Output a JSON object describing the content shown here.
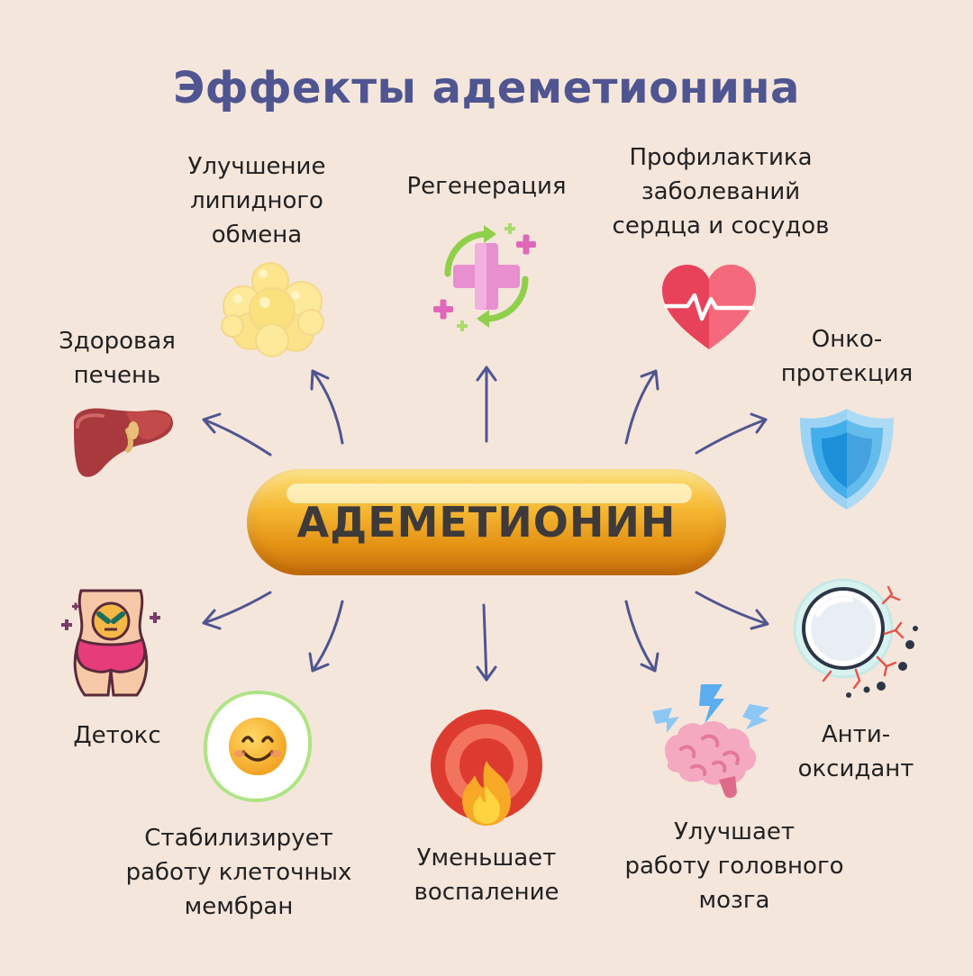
{
  "title": "Эффекты адеметионина",
  "center": {
    "label": "АДЕМЕТИОНИН"
  },
  "effects": {
    "lipid": "Улучшение\nлипидного\nобмена",
    "regeneration": "Регенерация",
    "heart": "Профилактика\nзаболеваний\nсердца и сосудов",
    "liver": "Здоровая\nпечень",
    "onco": "Онко-\nпротекция",
    "detox": "Детокс",
    "antioxidant": "Анти-\nоксидант",
    "membranes": "Стабилизирует\nработу клеточных\nмембран",
    "inflammation": "Уменьшает\nвоспаление",
    "brain": "Улучшает\nработу головного\nмозга"
  },
  "colors": {
    "title": "#4f5590",
    "arrows": "#4f5590",
    "background": "#f5e6dc",
    "pill": "#f0aa2a"
  },
  "icons": {
    "lipid": "fat-cells-icon",
    "regeneration": "medical-cross-icon",
    "heart": "heart-pulse-icon",
    "liver": "liver-icon",
    "onco": "shield-icon",
    "detox": "detox-body-icon",
    "antioxidant": "cell-membrane-icon",
    "membranes": "smiley-cell-icon",
    "inflammation": "flame-target-icon",
    "brain": "brain-lightning-icon"
  }
}
